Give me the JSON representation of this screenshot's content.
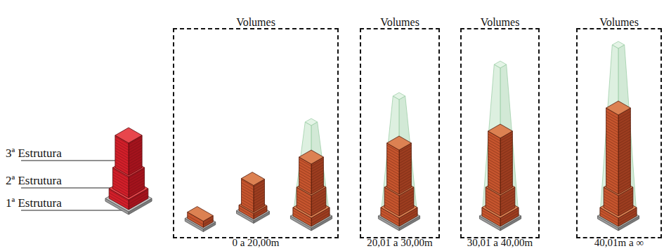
{
  "diagram": {
    "nodes": [
      {
        "text": [
          "Volumes",
          "0 a 20,00m"
        ]
      },
      {
        "text": [
          "Volumes",
          "20,01 a 30,00m"
        ]
      },
      {
        "text": [
          "Volumes",
          "30,01 a 40,00m"
        ]
      },
      {
        "text": [
          "Volumes",
          "40,01m a ∞"
        ]
      }
    ],
    "labels": [
      "3ª Estrutura",
      "2ª Estrutura",
      "1ª Estrutura"
    ]
  }
}
